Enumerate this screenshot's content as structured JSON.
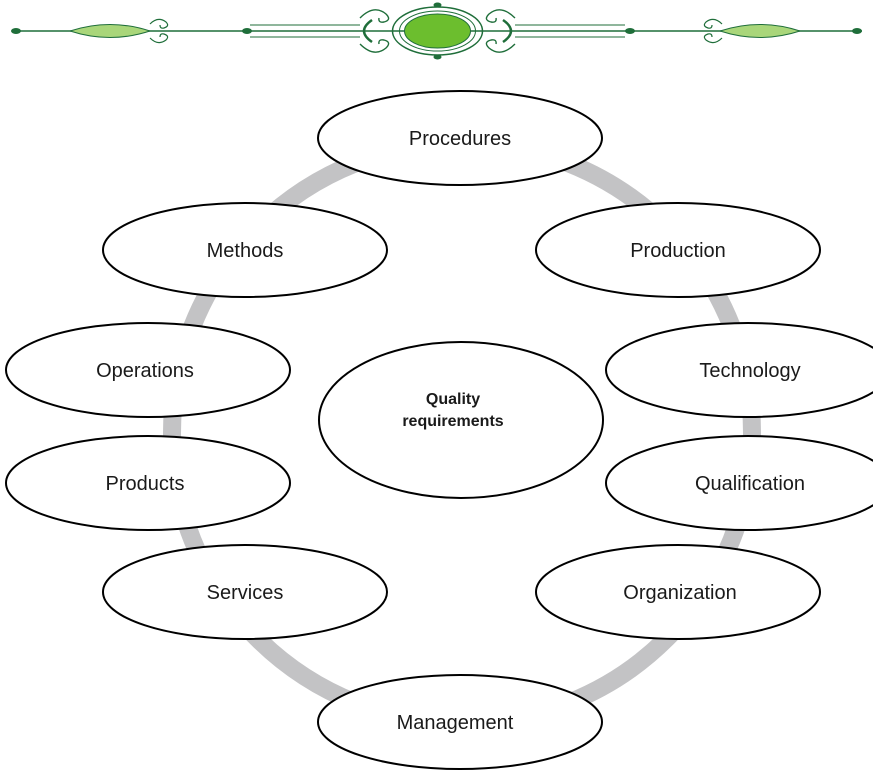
{
  "diagram": {
    "center": {
      "line1": "Quality",
      "line2": "requirements"
    },
    "nodes": {
      "procedures": "Procedures",
      "production": "Production",
      "technology": "Technology",
      "qualification": "Qualification",
      "organization": "Organization",
      "management": "Management",
      "services": "Services",
      "products": "Products",
      "operations": "Operations",
      "methods": "Methods"
    }
  },
  "colors": {
    "ring": "#c3c3c5",
    "ornament_dark_green": "#1f6e3a",
    "ornament_bright_green": "#6cbe2e",
    "ornament_light_green": "#a9d67a",
    "node_stroke": "#000000",
    "node_fill": "#ffffff"
  },
  "icons": {
    "header": "decorative-scroll-ornament"
  }
}
